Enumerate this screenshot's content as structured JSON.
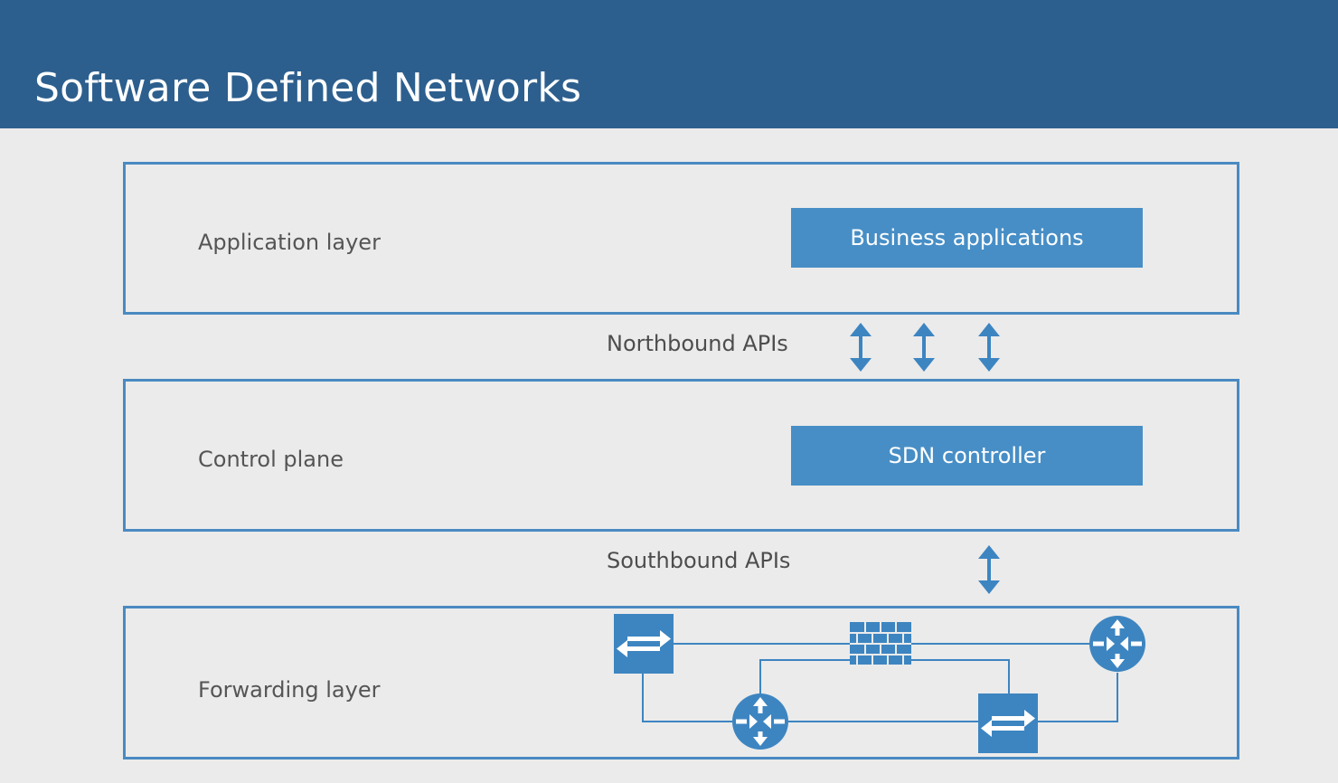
{
  "header": {
    "title": "Software Defined Networks"
  },
  "layers": {
    "application": {
      "label": "Application layer",
      "box": "Business applications"
    },
    "control": {
      "label": "Control plane",
      "box": "SDN controller"
    },
    "forwarding": {
      "label": "Forwarding layer"
    }
  },
  "apis": {
    "northbound": "Northbound APIs",
    "southbound": "Southbound APIs"
  },
  "colors": {
    "header": "#2d5f8e",
    "border": "#4a8ac2",
    "box": "#478ec6",
    "icon": "#3d85c1",
    "background": "#ebebeb"
  },
  "icons": [
    "switch-icon",
    "firewall-icon",
    "router-icon",
    "double-arrow-icon"
  ]
}
